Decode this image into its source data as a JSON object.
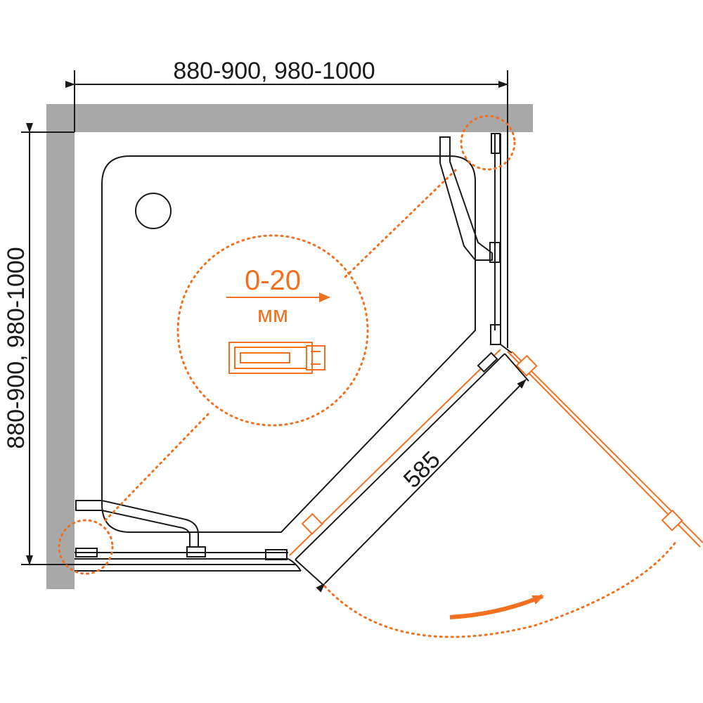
{
  "dimensions": {
    "width_label": "880-900, 980-1000",
    "height_label": "880-900, 980-1000",
    "door_width_label": "585"
  },
  "adjustment": {
    "range_label": "0-20",
    "unit_label": "мм"
  },
  "colors": {
    "wall": "#a8a8a8",
    "line": "#1a1a1a",
    "accent": "#f07020"
  }
}
